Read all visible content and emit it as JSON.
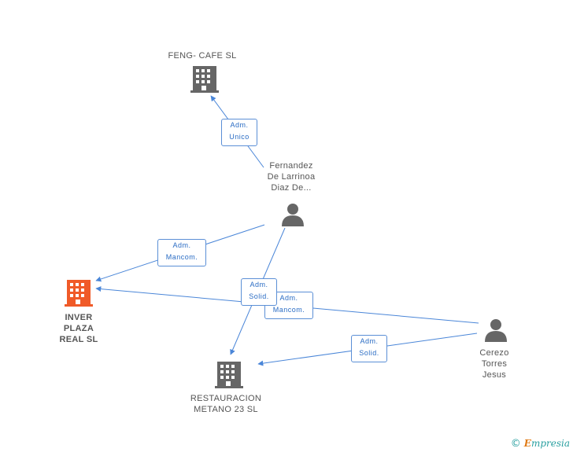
{
  "colors": {
    "edge": "#4a86d8",
    "company": "#666666",
    "company_main": "#f05a28",
    "person": "#666666",
    "label_text": "#555555",
    "box_text": "#2a6cc4"
  },
  "nodes": {
    "feng": {
      "name": "FENG- CAFE SL",
      "type": "company"
    },
    "fernandez": {
      "lines": [
        "Fernandez",
        "De Larrinoa",
        "Diaz De..."
      ],
      "type": "person"
    },
    "inver": {
      "lines": [
        "INVER",
        "PLAZA",
        "REAL SL"
      ],
      "type": "company-main"
    },
    "restauracion": {
      "lines": [
        "RESTAURACION",
        "METANO 23 SL"
      ],
      "type": "company"
    },
    "cerezo": {
      "lines": [
        "Cerezo",
        "Torres",
        "Jesus"
      ],
      "type": "person"
    }
  },
  "edges": {
    "e1": {
      "lines": [
        "Adm.",
        "Unico"
      ]
    },
    "e2": {
      "lines": [
        "Adm.",
        "Mancom."
      ]
    },
    "e3": {
      "lines": [
        "Adm.",
        "Solid."
      ]
    },
    "e4": {
      "lines": [
        "Adm.",
        "Mancom."
      ]
    },
    "e5": {
      "lines": [
        "Adm.",
        "Solid."
      ]
    }
  },
  "footer": {
    "copyright": "©",
    "brand_initial": "E",
    "brand_rest": "mpresia"
  }
}
